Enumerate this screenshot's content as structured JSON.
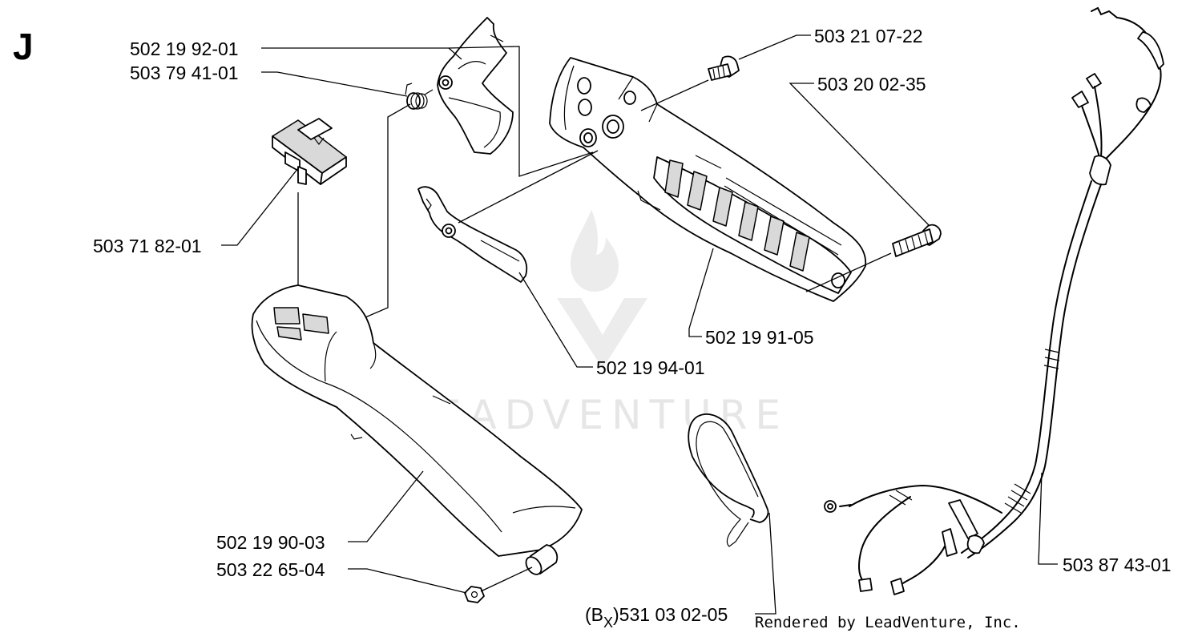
{
  "section_letter": "J",
  "watermark": "LEADVENTURE",
  "credit": "Rendered by LeadVenture, Inc.",
  "parts": [
    {
      "id": "p1",
      "label": "502 19 92-01"
    },
    {
      "id": "p2",
      "label": "503 79 41-01"
    },
    {
      "id": "p3",
      "label": "503 71 82-01"
    },
    {
      "id": "p4",
      "label": "503 21 07-22"
    },
    {
      "id": "p5",
      "label": "503 20 02-35"
    },
    {
      "id": "p6",
      "label": "502 19 91-05"
    },
    {
      "id": "p7",
      "label": "502 19 94-01"
    },
    {
      "id": "p8",
      "label": "502 19 90-03"
    },
    {
      "id": "p9",
      "label": "503 22 65-04"
    },
    {
      "id": "p10",
      "label_prefix": "(B",
      "label_sub": "X",
      "label": ")531 03 02-05"
    },
    {
      "id": "p11",
      "label": "503 87 43-01"
    }
  ]
}
